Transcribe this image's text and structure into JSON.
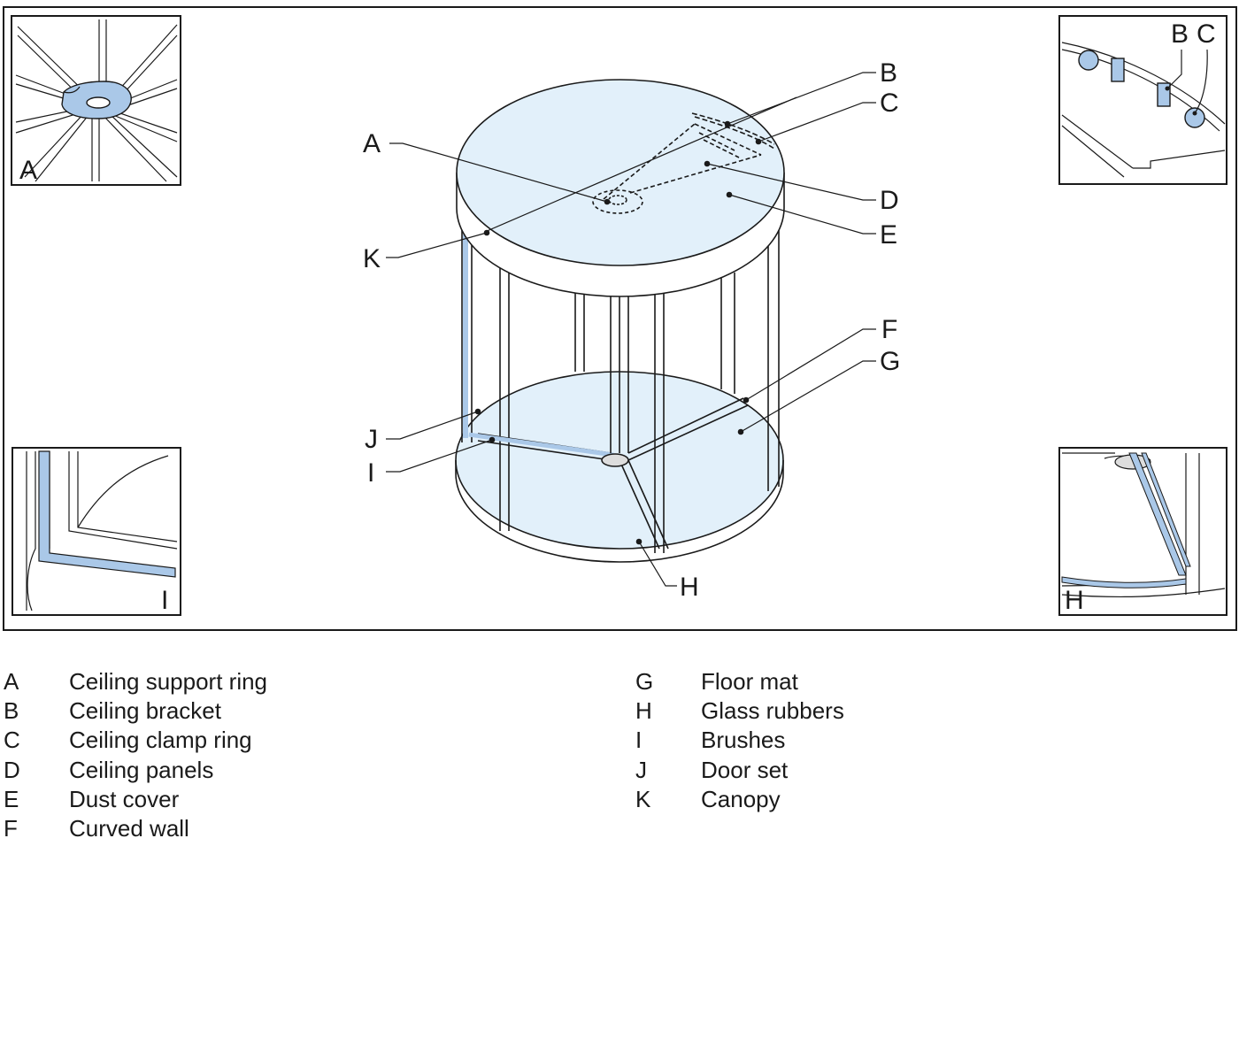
{
  "callouts": {
    "A": "A",
    "B": "B",
    "C": "C",
    "D": "D",
    "E": "E",
    "F": "F",
    "G": "G",
    "H": "H",
    "I": "I",
    "J": "J",
    "K": "K"
  },
  "insets": {
    "top_left_label": "A",
    "top_right_label_b": "B",
    "top_right_label_c": "C",
    "bottom_left_label": "I",
    "bottom_right_label": "H"
  },
  "legend": {
    "left": [
      {
        "key": "A",
        "label": "Ceiling support ring"
      },
      {
        "key": "B",
        "label": "Ceiling bracket"
      },
      {
        "key": "C",
        "label": "Ceiling clamp ring"
      },
      {
        "key": "D",
        "label": "Ceiling panels"
      },
      {
        "key": "E",
        "label": "Dust cover"
      },
      {
        "key": "F",
        "label": "Curved wall"
      }
    ],
    "right": [
      {
        "key": "G",
        "label": "Floor mat"
      },
      {
        "key": "H",
        "label": "Glass rubbers"
      },
      {
        "key": "I",
        "label": "Brushes"
      },
      {
        "key": "J",
        "label": "Door set"
      },
      {
        "key": "K",
        "label": "Canopy"
      }
    ]
  },
  "colors": {
    "part_highlight": "#aac8e8",
    "glass_tint": "#e2f0fa",
    "line": "#1a1a1a"
  }
}
